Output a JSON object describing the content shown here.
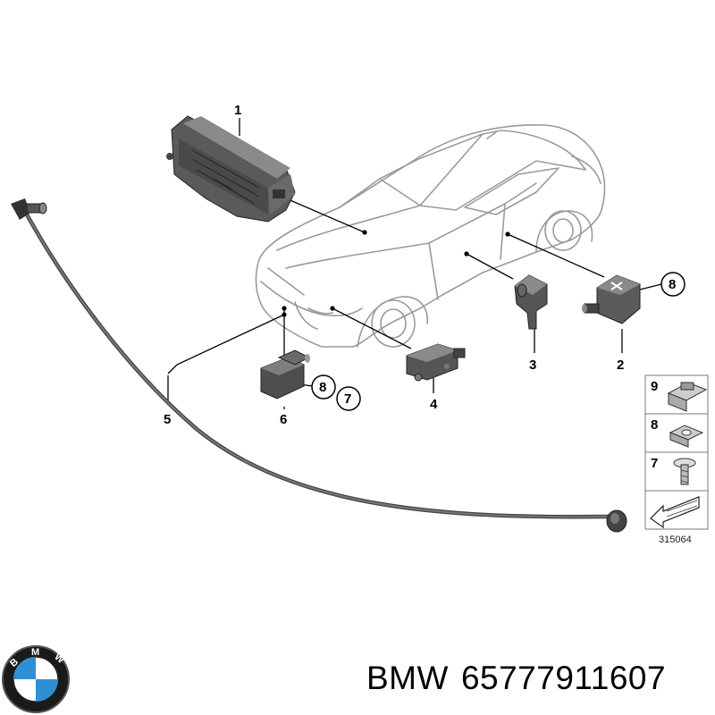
{
  "callouts": {
    "c1": "1",
    "c2": "2",
    "c3": "3",
    "c4": "4",
    "c5": "5",
    "c6": "6",
    "c7a": "7",
    "c8a": "8",
    "c8b": "8"
  },
  "legend": {
    "items": [
      "9",
      "8",
      "7"
    ],
    "reference": "315064"
  },
  "caption": {
    "brand": "BMW",
    "part_number": "65777911607"
  },
  "logo": {
    "letters": [
      "B",
      "M",
      "W"
    ],
    "colors": {
      "blue": "#2f8fd6",
      "white": "#ffffff",
      "ring": "#222222"
    }
  }
}
